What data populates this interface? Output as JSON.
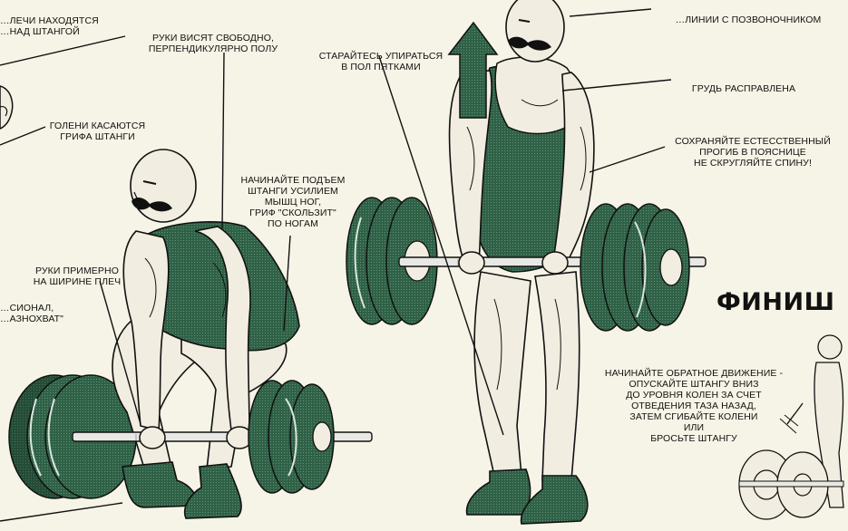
{
  "colors": {
    "background": "#f6f4e6",
    "green": "#2f6147",
    "dark_green": "#1f4430",
    "skin": "#f1ede0",
    "ink": "#111111",
    "bar": "#e8e8e4"
  },
  "labels": {
    "shoulders_over_bar": [
      "…ЛЕЧИ НАХОДЯТСЯ",
      "…НАД ШТАНГОЙ"
    ],
    "arms_hang": [
      "РУКИ ВИСЯТ СВОБОДНО,",
      "ПЕРПЕНДИКУЛЯРНО ПОЛУ"
    ],
    "heels": [
      "СТАРАЙТЕСЬ УПИРАТЬСЯ",
      "В ПОЛ ПЯТКАМИ"
    ],
    "spine_line": [
      "…ЛИНИИ  С ПОЗВОНОЧНИКОМ"
    ],
    "chest": [
      "ГРУДЬ РАСПРАВЛЕНА"
    ],
    "shins": [
      "ГОЛЕНИ КАСАЮТСЯ",
      "ГРИФА ШТАНГИ"
    ],
    "natural_arch": [
      "СОХРАНЯЙТЕ ЕСТЕССТВЕННЫЙ",
      "ПРОГИБ В ПОЯСНИЦЕ",
      "НЕ СКРУГЛЯЙТЕ СПИНУ!"
    ],
    "leg_drive": [
      "НАЧИНАЙТЕ ПОДЪЕМ",
      "ШТАНГИ УСИЛИЕМ",
      "МЫШЦ НОГ,",
      "ГРИФ \"СКОЛЬЗИТ\"",
      "ПО НОГАМ"
    ],
    "grip_width": [
      "РУКИ ПРИМЕРНО",
      "НА ШИРИНЕ ПЛЕЧ"
    ],
    "grip_type": [
      "…СИОНАЛ,",
      "…АЗНОХВАТ\""
    ],
    "lowering": [
      "НАЧИНАЙТЕ ОБРАТНОЕ ДВИЖЕНИЕ -",
      "ОПУСКАЙТЕ ШТАНГУ ВНИЗ",
      "ДО УРОВНЯ КОЛЕН ЗА СЧЕТ",
      "ОТВЕДЕНИЯ ТАЗА НАЗАД,",
      "ЗАТЕМ СГИБАЙТЕ КОЛЕНИ",
      "ИЛИ",
      "БРОСЬТЕ ШТАНГУ"
    ]
  },
  "finish_title": "ФИНИШ",
  "icons": {
    "arrow": "up-arrow-icon"
  }
}
